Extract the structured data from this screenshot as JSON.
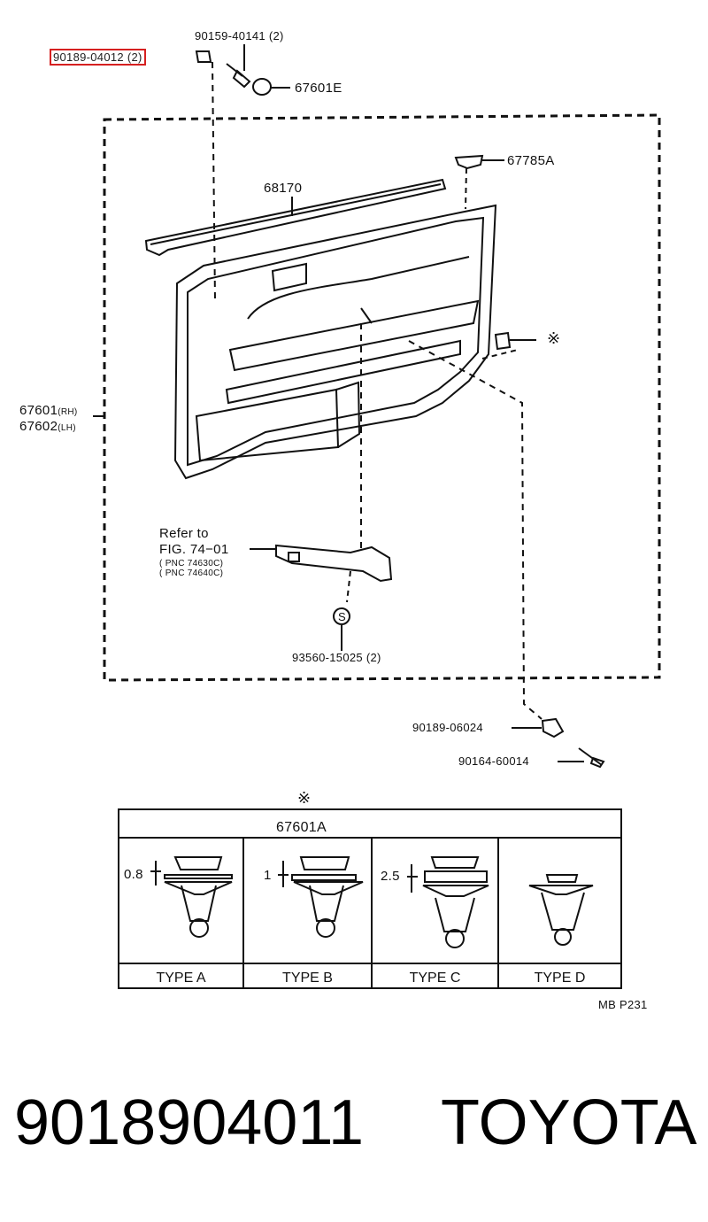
{
  "parts": {
    "p90189_04012": "90189-04012 (2)",
    "p90159_40141": "90159-40141 (2)",
    "p67601E": "67601E",
    "p67785A": "67785A",
    "p68170": "68170",
    "p67601_rh": "67601",
    "rh_suffix": "(RH)",
    "p67602_lh": "67602",
    "lh_suffix": "(LH)",
    "asterisk_mark": "※",
    "refer_line1": "Refer to",
    "refer_line2": "FIG. 74−01",
    "pnc1": "( PNC 74630C)",
    "pnc2": "( PNC 74640C)",
    "s_mark": "S",
    "p93560_15025": "93560-15025 (2)",
    "p90189_06024": "90189-06024",
    "p90164_60014": "90164-60014"
  },
  "clip_table": {
    "asterisk": "※",
    "part_number": "67601A",
    "types": [
      "TYPE A",
      "TYPE B",
      "TYPE C",
      "TYPE D"
    ],
    "dims": [
      "0.8",
      "1",
      "2.5"
    ]
  },
  "page_code": "MB P231",
  "footer": {
    "part_number": "9018904011",
    "brand": "TOYOTA"
  },
  "colors": {
    "highlight": "#d62020",
    "line": "#111111"
  }
}
